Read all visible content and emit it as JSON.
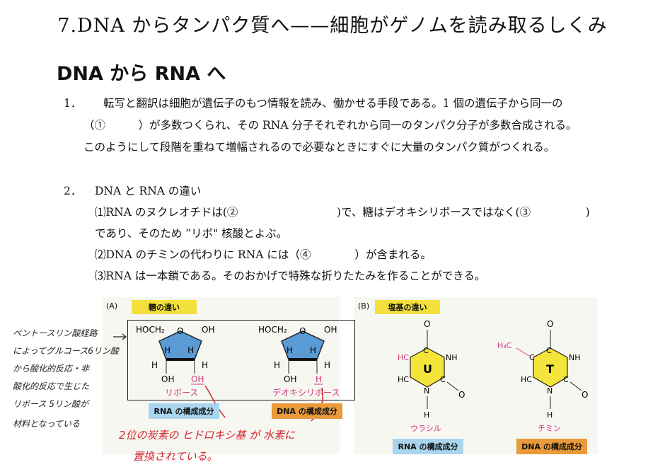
{
  "header": {
    "title": "7.DNA からタンパク質へ——細胞がゲノムを読み取るしくみ"
  },
  "section": {
    "title": "DNA から RNA へ"
  },
  "item1": {
    "number": "1．",
    "line1": "転写と翻訳は細胞が遺伝子のもつ情報を読み、働かせる手段である。1 個の遺伝子から同一の",
    "line2": "（①　　　）が多数つくられ、その RNA 分子それぞれから同一のタンパク分子が多数合成される。",
    "line3": "このようにして段階を重ねて増幅されるので必要なときにすぐに大量のタンパク質がつくれる。"
  },
  "item2": {
    "number": "2．",
    "heading": "DNA と RNA の違い",
    "line1": "⑴RNA のヌクレオチドは(②　　　　　　　　　)で、糖はデオキシリボースではなく(③　　　　　)",
    "line2": "であり、そのため “リボ\" 核酸とよぶ。",
    "line3": "⑵DNA のチミンの代わりに RNA には（④　　　　）が含まれる。",
    "line4": "⑶RNA は一本鎖である。そのおかげで特殊な折りたたみを作ることができる。"
  },
  "figure": {
    "panel_a_label": "(A)",
    "panel_a_title": "糖の違い",
    "panel_b_label": "(B)",
    "panel_b_title": "塩基の違い",
    "ribose_name": "リボース",
    "deoxyribose_name": "デオキシリボース",
    "rna_component": "RNA の構成成分",
    "dna_component": "DNA の構成成分",
    "uracil_name": "ウラシル",
    "thymine_name": "チミン",
    "hoch2": "HOCH₂",
    "oh": "OH",
    "o": "O",
    "h": "H",
    "nh": "NH",
    "hc": "HC",
    "c": "C",
    "n": "N",
    "h3c": "H₃C",
    "u": "U",
    "t": "T",
    "colors": {
      "pentose": "#5b9bd5",
      "yellow_tag": "#f3e03c",
      "blue_tag": "#a9d4ee",
      "orange_tag": "#e99a3a",
      "base": "#f5e43a",
      "magenta": "#d2357d"
    }
  },
  "handwritten": {
    "note_left": [
      "ペントースリン酸経路",
      "によってグルコース6リン酸",
      "から酸化的反応・非",
      "酸化的反応で生じた",
      "リボース 5リン酸が",
      "材料となっている"
    ],
    "note_red_1": "2位の炭素の ヒドロキシ基 が 水素に",
    "note_red_2": "置換されている。"
  }
}
